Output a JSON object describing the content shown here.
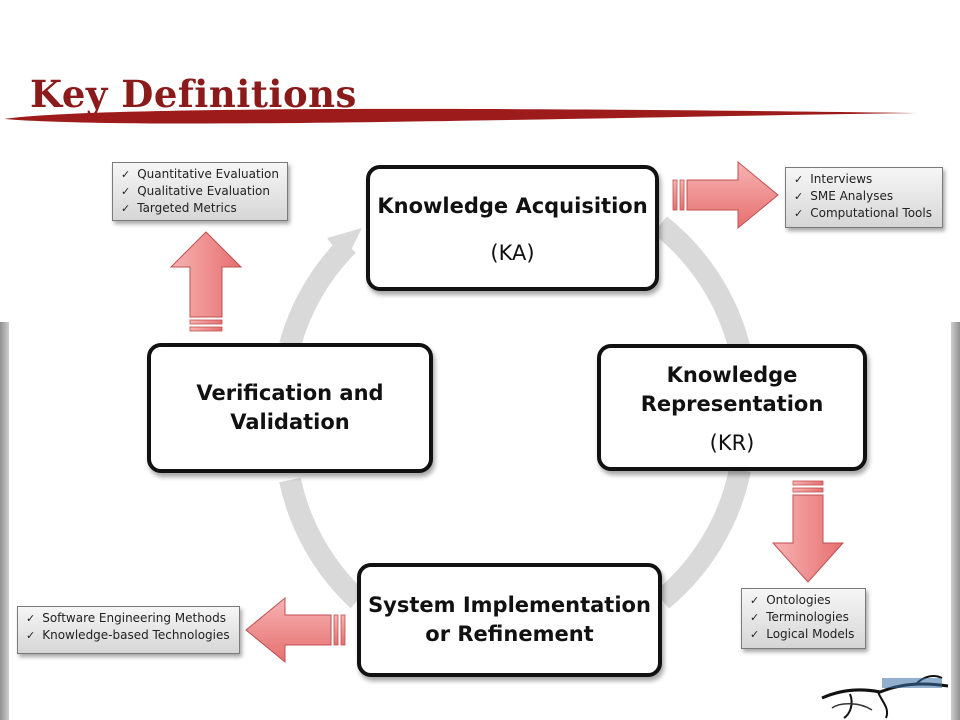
{
  "slide": {
    "title": "Key Definitions"
  },
  "nodes": {
    "ka": {
      "label": "Knowledge Acquisition",
      "abbr": "(KA)"
    },
    "kr": {
      "label": "Knowledge\nRepresentation",
      "abbr": "(KR)"
    },
    "si": {
      "label": "System Implementation\nor Refinement"
    },
    "vv": {
      "label": "Verification and\nValidation"
    }
  },
  "lists": {
    "evaluation": [
      "Quantitative Evaluation",
      "Qualitative Evaluation",
      "Targeted Metrics"
    ],
    "acquisition_methods": [
      "Interviews",
      "SME Analyses",
      "Computational Tools"
    ],
    "representation_types": [
      "Ontologies",
      "Terminologies",
      "Logical Models"
    ],
    "implementation_methods": [
      "Software Engineering Methods",
      "Knowledge-based Technologies"
    ]
  },
  "colors": {
    "title": "#8b1a1a",
    "underline": "#9e1b1b",
    "arrow_fill": "#ef8a8a",
    "arrow_stroke": "#c05050",
    "cycle": "#d9d9d9"
  },
  "icons": {
    "check": "check-icon",
    "logo": "logo-graphic"
  }
}
